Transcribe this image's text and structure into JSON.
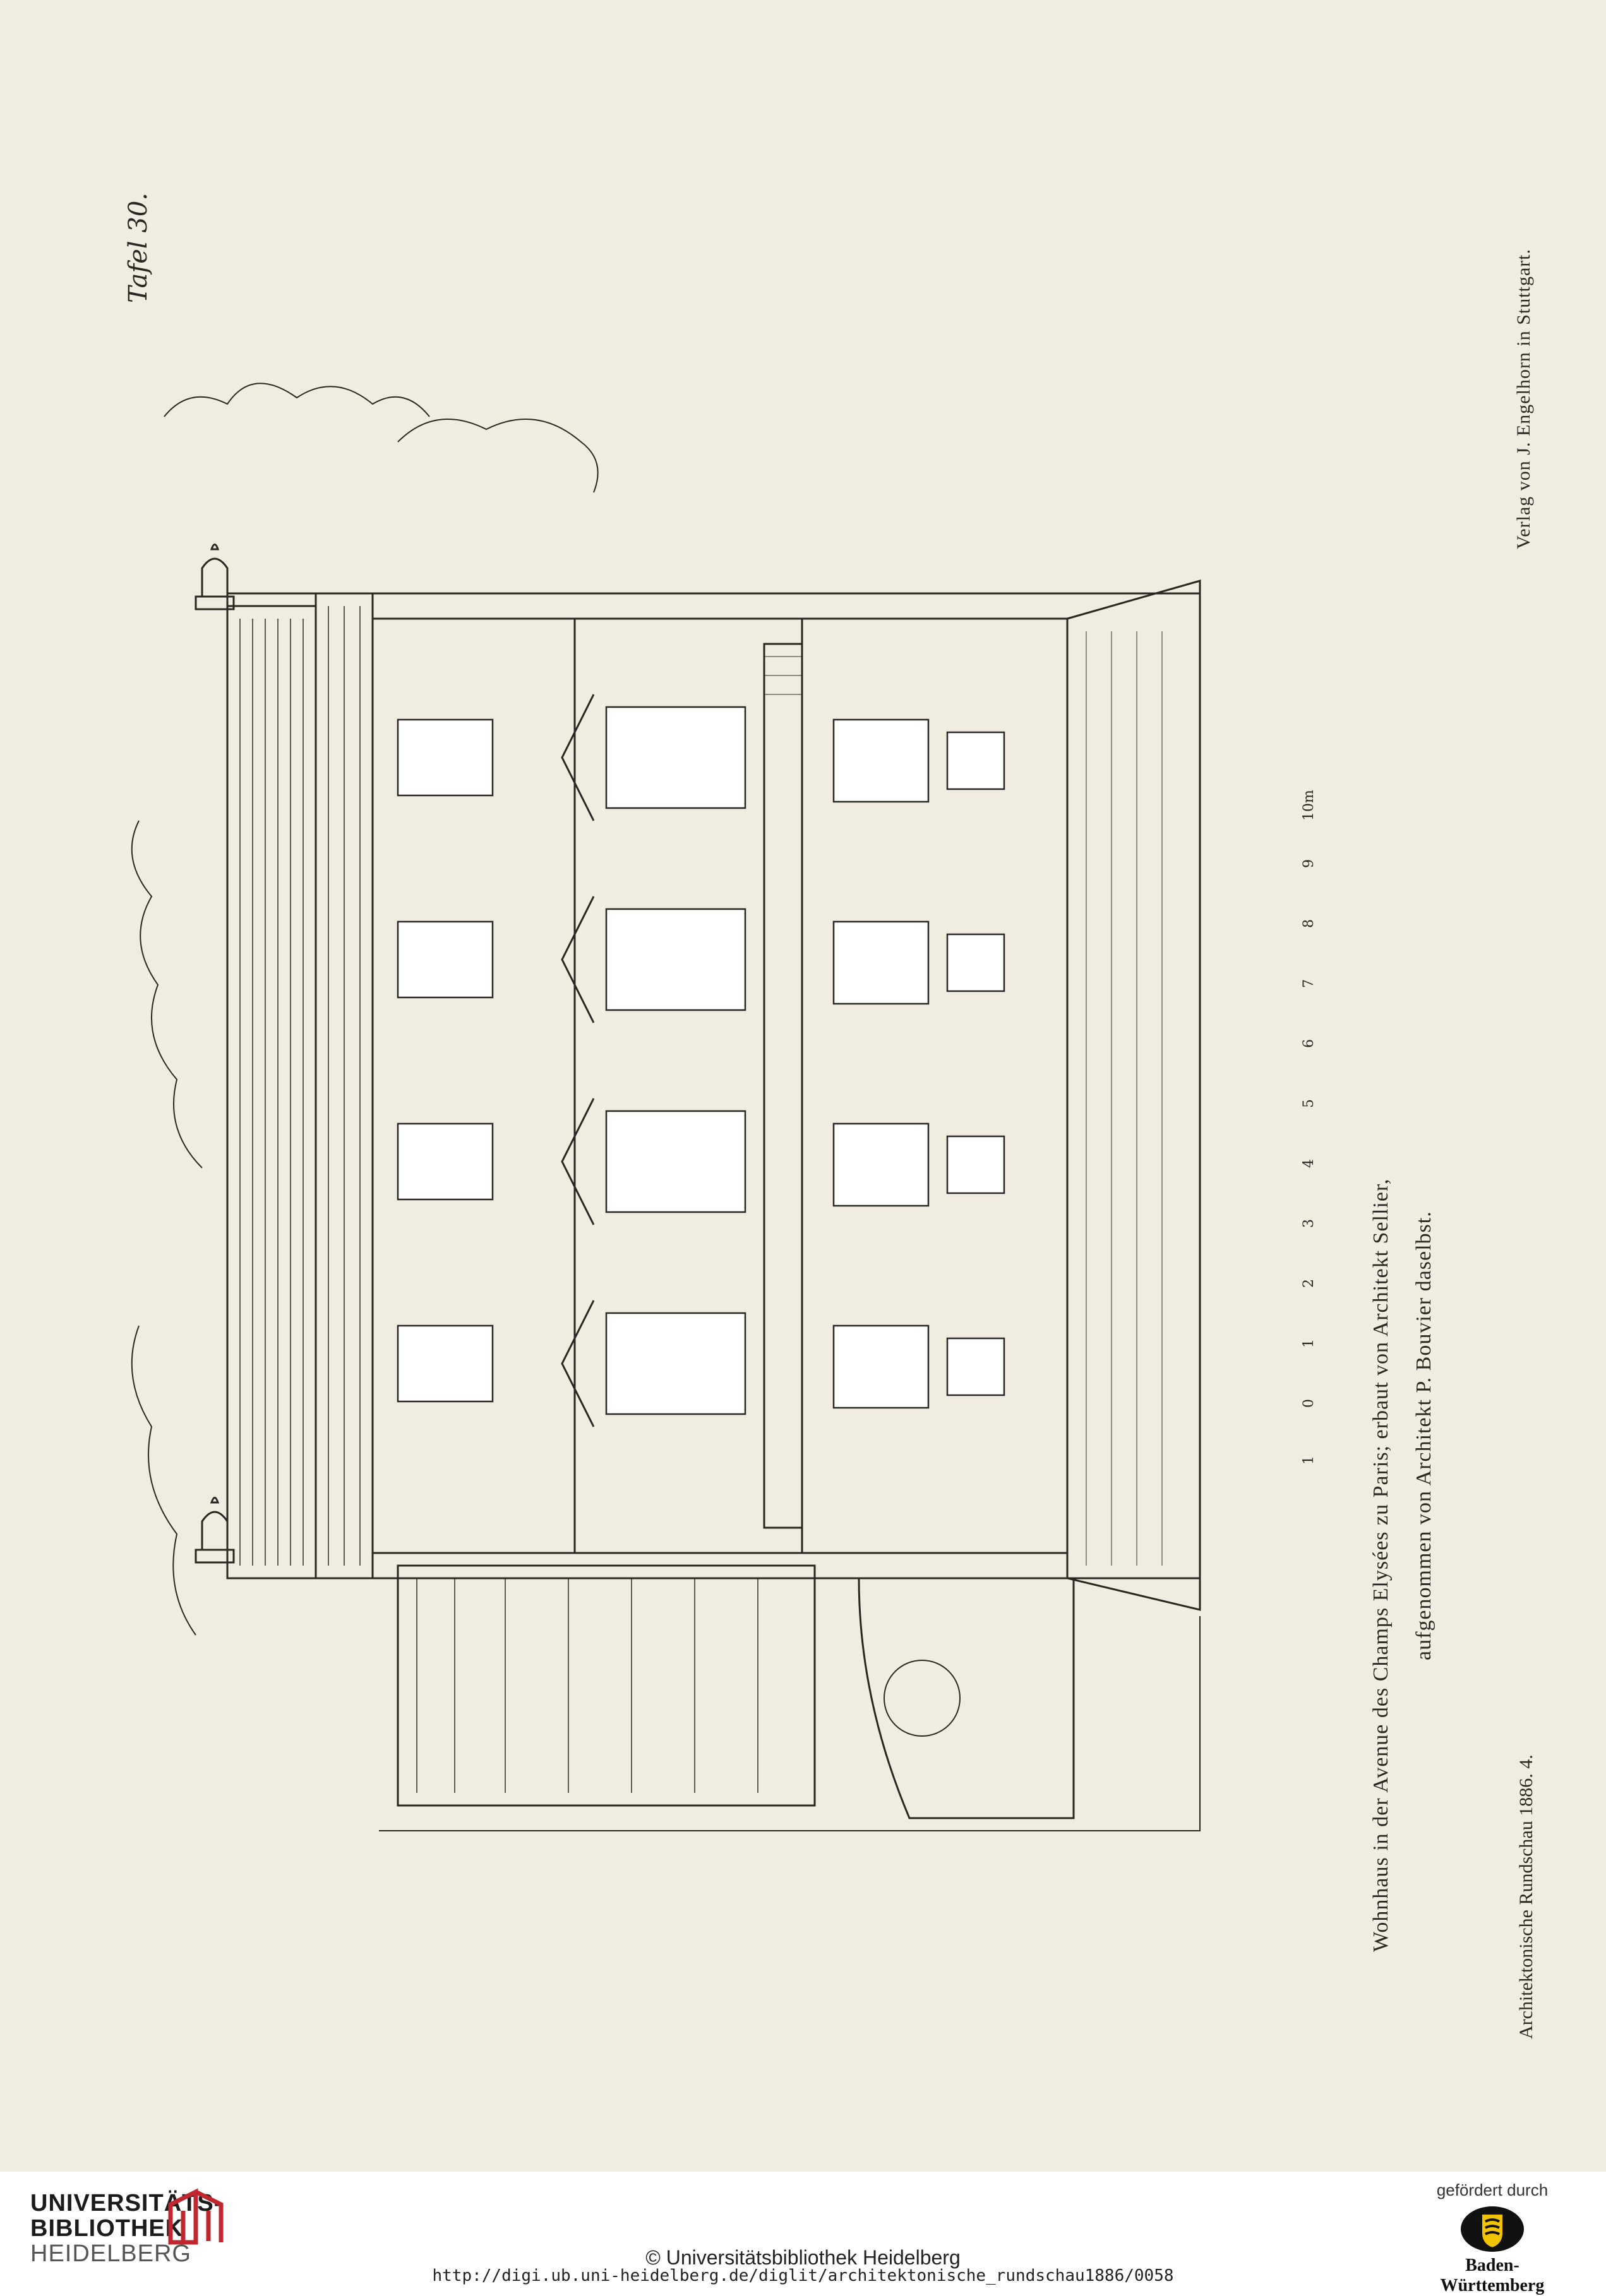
{
  "plate": {
    "tafel": "Tafel 30.",
    "caption_main": "Wohnhaus in der Avenue des Champs Elysées zu Paris; erbaut von Architekt Sellier, aufgenommen von Architekt P. Bouvier daselbst.",
    "caption_line1": "Wohnhaus in der Avenue des Champs Elysées zu Paris; erbaut von Architekt Sellier,",
    "caption_line2": "aufgenommen von Architekt P. Bouvier daselbst.",
    "journal": "Architektonische Rundschau 1886. 4.",
    "publisher": "Verlag von J. Engelhorn in Stuttgart.",
    "scale_labels": [
      "1",
      "0",
      "1",
      "2",
      "3",
      "4",
      "5",
      "6",
      "7",
      "8",
      "9",
      "10m"
    ]
  },
  "footer": {
    "library_line1": "UNIVERSITÄTS-",
    "library_line2": "BIBLIOTHEK",
    "library_line3": "HEIDELBERG",
    "funded_label": "gefördert durch",
    "funder": "Baden-Württemberg",
    "copyright": "© Universitätsbibliothek Heidelberg",
    "url": "http://digi.ub.uni-heidelberg.de/diglit/architektonische_rundschau1886/0058"
  },
  "colors": {
    "paper": "#f1ece0",
    "ink": "#2a2622",
    "library_red": "#c0262d"
  }
}
